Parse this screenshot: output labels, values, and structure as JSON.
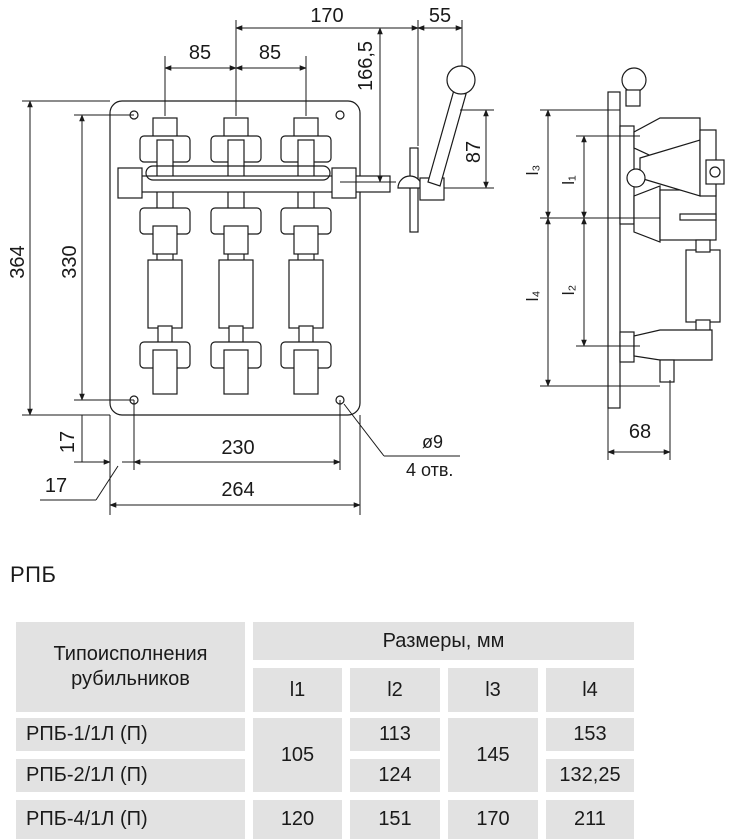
{
  "drawing": {
    "front": {
      "dim_170": "170",
      "dim_85_left": "85",
      "dim_85_right": "85",
      "dim_55": "55",
      "dim_166_5": "166,5",
      "dim_87": "87",
      "dim_364": "364",
      "dim_330": "330",
      "dim_17_vertical": "17",
      "dim_17_horizontal": "17",
      "dim_230": "230",
      "dim_264": "264",
      "hole_diameter": "ø9",
      "hole_count": "4 отв."
    },
    "side": {
      "label_l3": "l₃",
      "label_l1": "l₁",
      "label_l4": "l₄",
      "label_l2": "l₂",
      "dim_68": "68"
    }
  },
  "caption": "РПБ",
  "table": {
    "header_type": "Типоисполнения рубильников",
    "header_sizes": "Размеры, мм",
    "columns": [
      "l1",
      "l2",
      "l3",
      "l4"
    ],
    "rows": [
      {
        "name": "РПБ-1/1Л (П)",
        "l1": "105",
        "l2": "113",
        "l3": "145",
        "l4": "153"
      },
      {
        "name": "РПБ-2/1Л (П)",
        "l1": "105",
        "l2": "124",
        "l3": "145",
        "l4": "132,25"
      },
      {
        "name": "РПБ-4/1Л (П)",
        "l1": "120",
        "l2": "151",
        "l3": "170",
        "l4": "211"
      }
    ]
  }
}
